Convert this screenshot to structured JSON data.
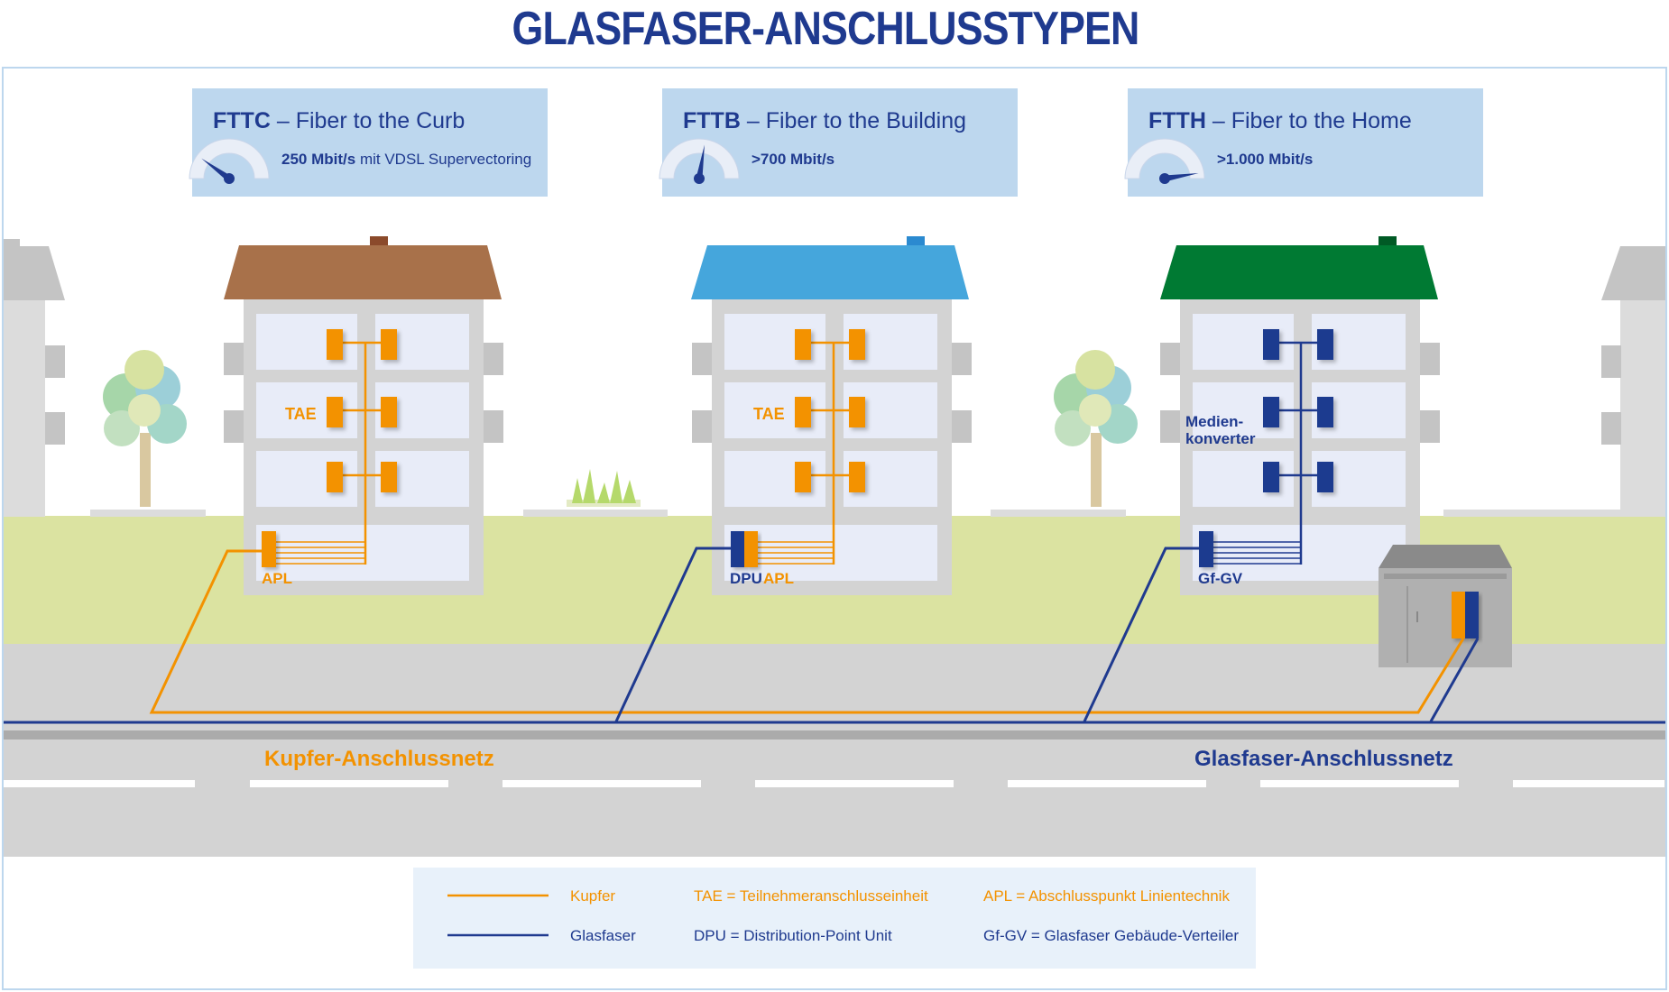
{
  "title": "GLASFASER-ANSCHLUSSTYPEN",
  "colors": {
    "copper": "#f39200",
    "fiber": "#1f3a8f",
    "box_bg": "#bdd7ee",
    "roof_brown": "#a8714a",
    "roof_blue": "#45a6dc",
    "roof_green": "#007a33",
    "grass": "#dbe3a1",
    "road": "#d3d3d3",
    "building": "#d3d3d3",
    "window": "#e8ecf8",
    "legend_bg": "#e8f1fa"
  },
  "types": [
    {
      "abbr": "FTTC",
      "dash": "–",
      "name": "Fiber to the Curb",
      "speed": "250 Mbit/s",
      "speed_suffix": "mit VDSL Supervectoring",
      "gauge_level": 0.2
    },
    {
      "abbr": "FTTB",
      "dash": "–",
      "name": "Fiber to the Building",
      "speed": ">700 Mbit/s",
      "speed_suffix": "",
      "gauge_level": 0.55
    },
    {
      "abbr": "FTTH",
      "dash": "–",
      "name": "Fiber to the Home",
      "speed": ">1.000 Mbit/s",
      "speed_suffix": "",
      "gauge_level": 0.95
    }
  ],
  "labels": {
    "tae_1": "TAE",
    "apl_1": "APL",
    "tae_2": "TAE",
    "dpu": "DPU",
    "apl_2": "APL",
    "media_converter_1": "Medien-",
    "media_converter_2": "konverter",
    "gfgv": "Gf-GV"
  },
  "networks": {
    "copper": "Kupfer-Anschlussnetz",
    "fiber": "Glasfaser-Anschlussnetz"
  },
  "legend": {
    "copper": "Kupfer",
    "fiber": "Glasfaser",
    "tae": "TAE = Teilnehmeranschlusseinheit",
    "dpu": "DPU = Distribution-Point Unit",
    "apl": "APL = Abschlusspunkt Linientechnik",
    "gfgv": "Gf-GV = Glasfaser Gebäude-Verteiler"
  },
  "icons": [
    "gauge-icon",
    "tree-icon",
    "grass-icon",
    "street-cabinet-icon"
  ]
}
